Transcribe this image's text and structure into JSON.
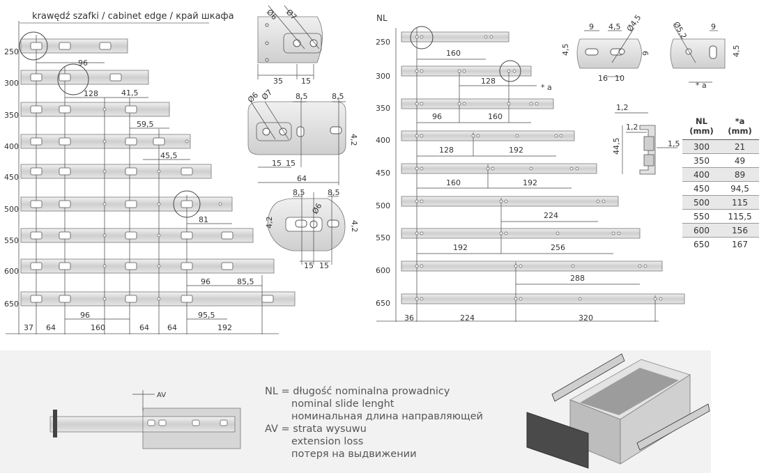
{
  "header": {
    "cabinet_edge": "krawędź szafki / cabinet edge / край шкафа",
    "nl": "NL"
  },
  "left_rows": {
    "labels": [
      "250",
      "300",
      "350",
      "400",
      "450",
      "500",
      "550",
      "600",
      "650"
    ]
  },
  "left_dims": {
    "d96_top": "96",
    "d128": "128",
    "d41_5": "41,5",
    "d59_5": "59,5",
    "d45_5": "45,5",
    "d81": "81",
    "d96_mid": "96",
    "d85_5": "85,5",
    "d96_bot": "96",
    "d95_5": "95,5",
    "bottom": [
      "37",
      "64",
      "160",
      "64",
      "64",
      "192"
    ]
  },
  "right_rows": {
    "labels": [
      "250",
      "300",
      "350",
      "400",
      "450",
      "500",
      "550",
      "600",
      "650"
    ]
  },
  "right_dims": {
    "r160a": "160",
    "r128a": "128",
    "star_a": "* a",
    "r96": "96",
    "r160b": "160",
    "r128b": "128",
    "r192a": "192",
    "r160c": "160",
    "r192b": "192",
    "r224a": "224",
    "r192c": "192",
    "r256": "256",
    "r288": "288",
    "bottom": [
      "36",
      "224",
      "320"
    ]
  },
  "detail_dims": {
    "d1": [
      "Ø6",
      "Ø7",
      "35",
      "15"
    ],
    "d2": [
      "Ø6",
      "Ø7",
      "8,5",
      "8,5",
      "4,2",
      "15",
      "15",
      "64"
    ],
    "d3": [
      "8,5",
      "8,5",
      "Ø6",
      "4,2",
      "4,2",
      "15",
      "15"
    ],
    "d4": [
      "9",
      "4,5",
      "Ø4,5",
      "4,5",
      "9",
      "16",
      "10"
    ],
    "d5": [
      "Ø5,2",
      "9",
      "4,5",
      "* a"
    ],
    "profile": [
      "1,2",
      "1,2",
      "44,5",
      "1,5"
    ],
    "av": "AV"
  },
  "table": {
    "headers": [
      [
        "NL",
        "(mm)"
      ],
      [
        "*a",
        "(mm)"
      ]
    ],
    "rows": [
      [
        "300",
        "21"
      ],
      [
        "350",
        "49"
      ],
      [
        "400",
        "89"
      ],
      [
        "450",
        "94,5"
      ],
      [
        "500",
        "115"
      ],
      [
        "550",
        "115,5"
      ],
      [
        "600",
        "156"
      ],
      [
        "650",
        "167"
      ]
    ]
  },
  "legend": {
    "nl_pl": "NL = długość nominalna prowadnicy",
    "nl_en": "nominal slide lenght",
    "nl_ru": "номинальная длина направляющей",
    "av_pl": "AV = strata wysuwu",
    "av_en": "extension loss",
    "av_ru": "потеря на выдвижении"
  }
}
